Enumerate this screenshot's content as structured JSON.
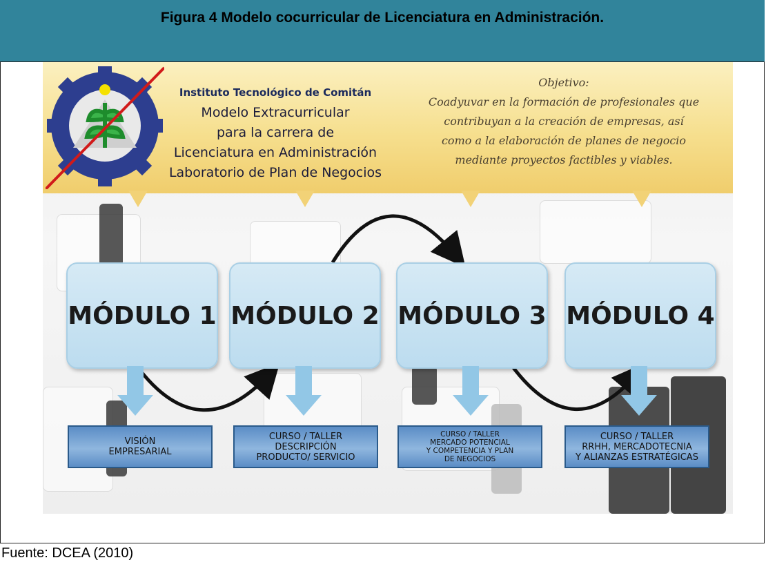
{
  "header": {
    "title": "Figura 4 Modelo cocurricular de Licenciatura en Administración."
  },
  "institute": {
    "name": "Instituto Tecnológico de Comitán",
    "line2": "Modelo Extracurricular",
    "line3": "para la carrera de",
    "line4": "Licenciatura en Administración",
    "line5": "Laboratorio de Plan de Negocios"
  },
  "objective": {
    "heading": "Objetivo:",
    "line1": "Coadyuvar en la formación de profesionales  que",
    "line2": "contribuyan a la creación de empresas, así",
    "line3": "como a  la elaboración de planes de negocio",
    "line4": "mediante proyectos factibles y viables."
  },
  "modules": [
    {
      "title": "MÓDULO 1",
      "course": "VISIÓN\nEMPRESARIAL"
    },
    {
      "title": "MÓDULO 2",
      "course": "CURSO / TALLER\nDESCRIPCIÓN\nPRODUCTO/ SERVICIO"
    },
    {
      "title": "MÓDULO 3",
      "course": "CURSO / TALLER\nMERCADO POTENCIAL\nY COMPETENCIA Y PLAN\nDE NEGOCIOS"
    },
    {
      "title": "MÓDULO 4",
      "course": "CURSO / TALLER\nRRHH, MERCADOTECNIA\nY ALIANZAS ESTRATÉGICAS"
    }
  ],
  "source": "Fuente: DCEA (2010)",
  "colors": {
    "header_bg": "#31849b",
    "banner": "#f6df8e",
    "module_bg": "#c8e2f2",
    "course_box": "#6f9fd2",
    "arrow_down": "#92c7e6"
  },
  "icons": {
    "logo": "gear-seal-logo",
    "arrows": "curved-arrow"
  }
}
